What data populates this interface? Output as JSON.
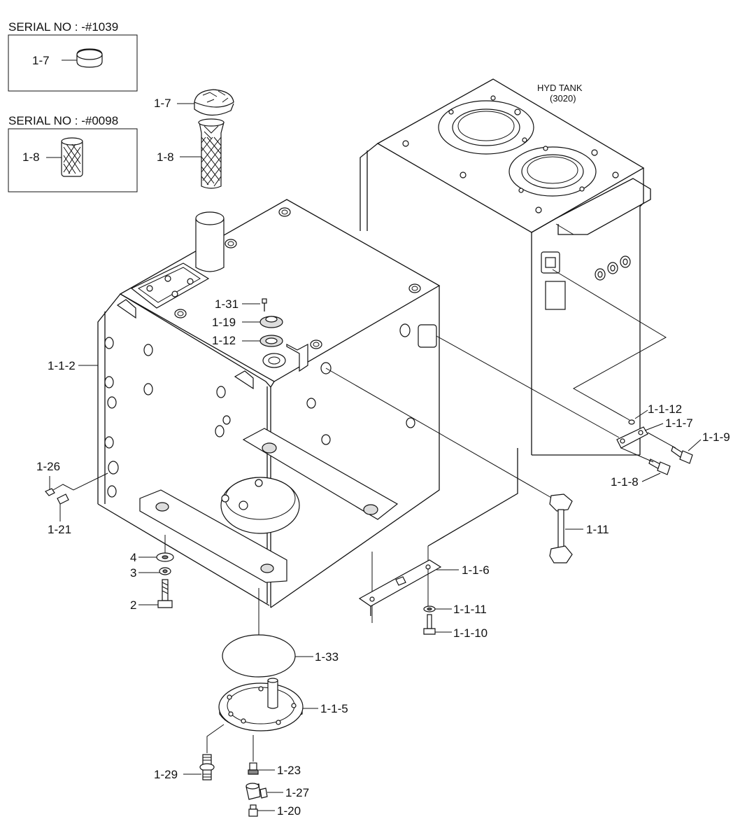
{
  "serial_boxes": [
    {
      "heading": "SERIAL NO : -#1039",
      "part_label": "1-7"
    },
    {
      "heading": "SERIAL NO : -#0098",
      "part_label": "1-8"
    }
  ],
  "hyd_tank": {
    "line1": "HYD TANK",
    "line2": "(3020)"
  },
  "labels": {
    "p1_7": "1-7",
    "p1_8": "1-8",
    "p1_31": "1-31",
    "p1_19": "1-19",
    "p1_12": "1-12",
    "p1_1_2": "1-1-2",
    "p1_26": "1-26",
    "p1_21": "1-21",
    "p4": "4",
    "p3": "3",
    "p2": "2",
    "p1_1_12": "1-1-12",
    "p1_1_7": "1-1-7",
    "p1_1_9": "1-1-9",
    "p1_1_8": "1-1-8",
    "p1_11": "1-11",
    "p1_1_6": "1-1-6",
    "p1_1_11": "1-1-11",
    "p1_1_10": "1-1-10",
    "p1_33": "1-33",
    "p1_1_5": "1-1-5",
    "p1_29": "1-29",
    "p1_23": "1-23",
    "p1_27": "1-27",
    "p1_20": "1-20"
  }
}
